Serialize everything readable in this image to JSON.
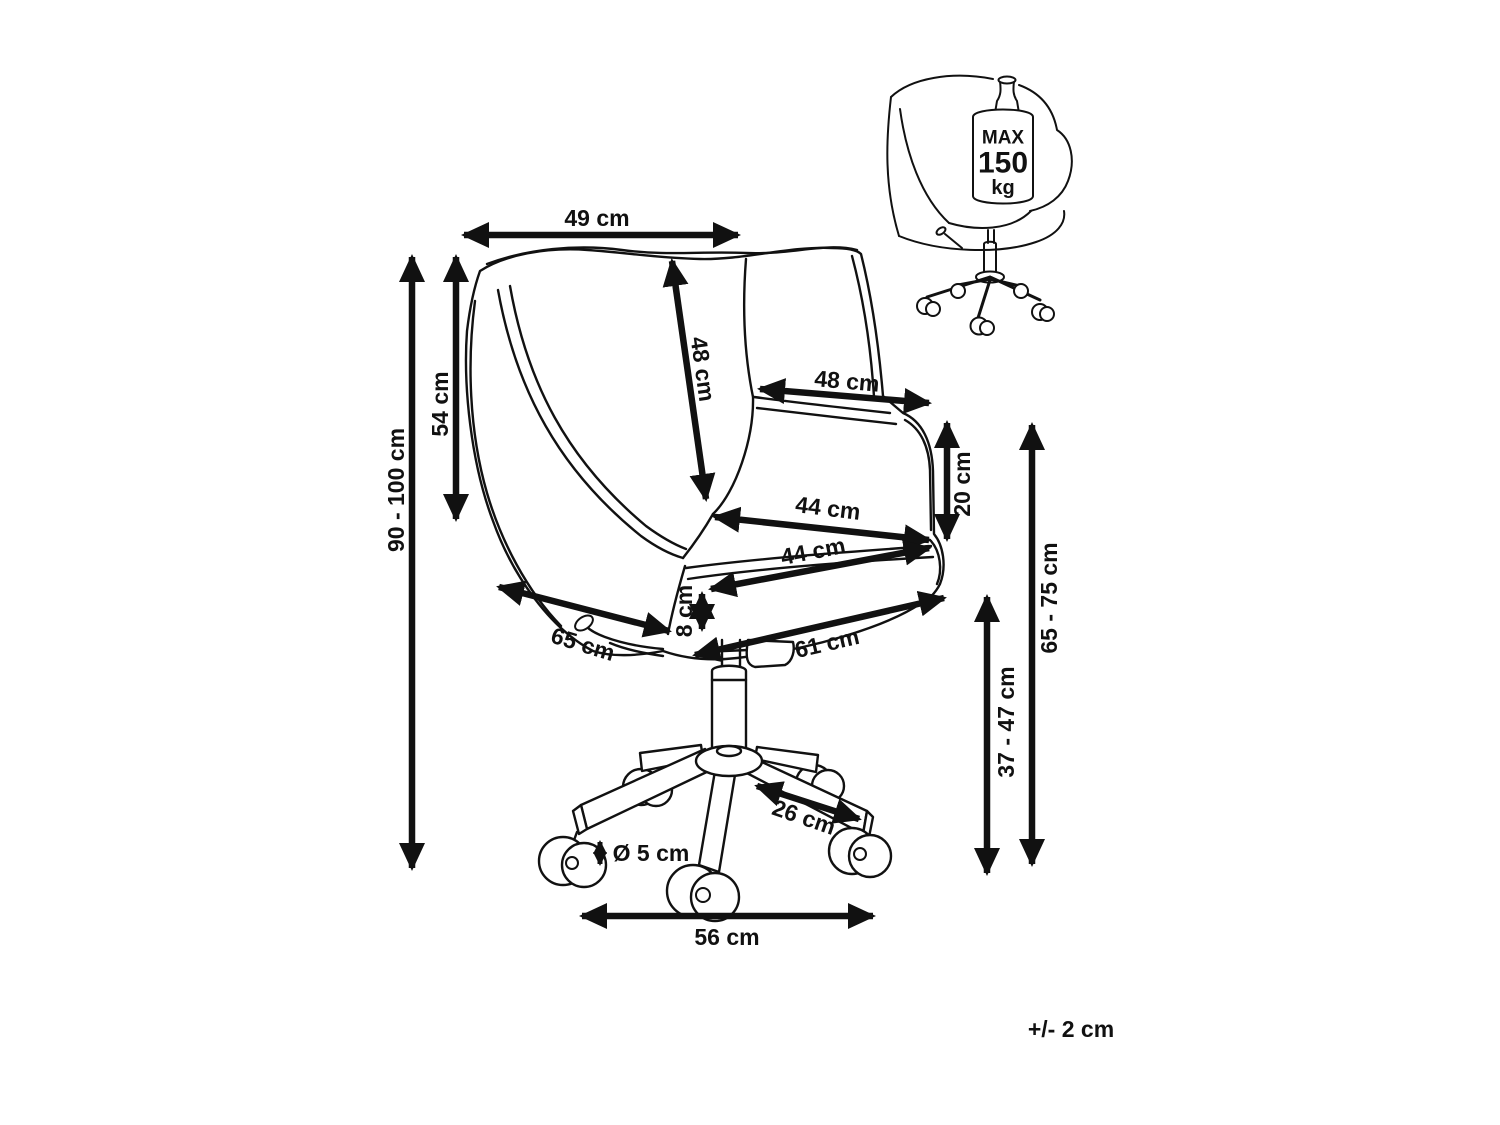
{
  "canvas": {
    "background": "#ffffff",
    "line_color": "#111111"
  },
  "tolerance_note": "+/- 2 cm",
  "max_load_badge": {
    "line1": "MAX",
    "line2": "150",
    "line3": "kg"
  },
  "dimensions": {
    "top_width": "49 cm",
    "backrest_height": "54 cm",
    "total_height": "90 - 100 cm",
    "backrest_diagonal": "48 cm",
    "armrest_length": "48 cm",
    "armrest_height_above_seat": "20 cm",
    "seat_depth": "44 cm",
    "seat_width": "44 cm",
    "seat_thickness": "8 cm",
    "overall_depth": "65 cm",
    "overall_width": "61 cm",
    "base_leg_length": "26 cm",
    "caster_diameter": "Ø 5 cm",
    "base_width": "56 cm",
    "seat_height_range": "37 - 47 cm",
    "armrest_floor_height_range": "65 - 75 cm"
  }
}
